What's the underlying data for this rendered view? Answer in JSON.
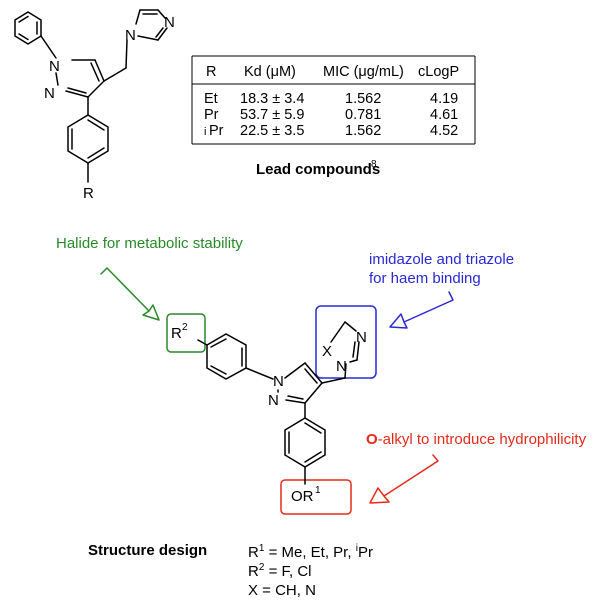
{
  "lead": {
    "atoms": {
      "n1": "N",
      "n2": "N",
      "n3": "N",
      "n4": "N",
      "r": "R"
    },
    "table": {
      "headers": [
        "R",
        "Kd (μM)",
        "MIC (μg/mL)",
        "cLogP"
      ],
      "rows": [
        {
          "r": "Et",
          "kd": "18.3 ± 3.4",
          "mic": "1.562",
          "clogp": "4.19"
        },
        {
          "r": "Pr",
          "kd": "53.7 ± 5.9",
          "mic": "0.781",
          "clogp": "4.61"
        },
        {
          "r_prefix": "i",
          "r": "Pr",
          "kd": "22.5 ± 3.5",
          "mic": "1.562",
          "clogp": "4.52"
        }
      ]
    },
    "caption": "Lead compounds",
    "caption_ref": "8"
  },
  "design": {
    "atoms": {
      "n1": "N",
      "n2": "N",
      "n3": "N",
      "n4": "N",
      "x": "X",
      "r2": "R",
      "r2_sup": "2",
      "or1": "OR",
      "or1_sup": "1"
    },
    "halide_label": "Halide for metabolic stability",
    "haem_label_1": "imidazole and triazole",
    "haem_label_2": "for haem binding",
    "oalkyl_O": "O",
    "oalkyl_rest": "-alkyl to introduce hydrophilicity",
    "title": "Structure design",
    "r1_def": {
      "prefix": "R",
      "sup": "1",
      "text": " = Me, Et, Pr, ",
      "sup2": "i",
      "tail": "Pr"
    },
    "r2_def": {
      "prefix": "R",
      "sup": "2",
      "text": " = F, Cl"
    },
    "x_def": "X = CH, N"
  },
  "colors": {
    "halide": "#2a8a2a",
    "haem": "#2929d6",
    "oalkyl": "#e62a1a",
    "ink": "#000000"
  }
}
